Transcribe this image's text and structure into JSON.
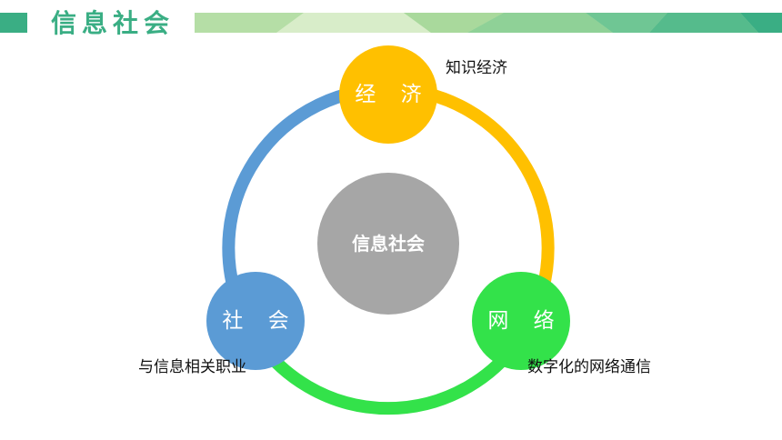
{
  "header": {
    "title": "信息社会",
    "accent_color": "#3aae84"
  },
  "diagram": {
    "center": {
      "label": "信息社会",
      "color": "#a6a6a6"
    },
    "nodes": [
      {
        "id": "economy",
        "label": "经 济",
        "caption": "知识经济",
        "color": "#ffc000"
      },
      {
        "id": "network",
        "label": "网 络",
        "caption": "数字化的网络通信",
        "color": "#33e24a"
      },
      {
        "id": "society",
        "label": "社 会",
        "caption": "与信息相关职业",
        "color": "#5b9bd5"
      }
    ],
    "ring_colors": {
      "economy_to_network": "#ffc000",
      "network_to_society": "#33e24a",
      "society_to_economy": "#5b9bd5"
    }
  }
}
